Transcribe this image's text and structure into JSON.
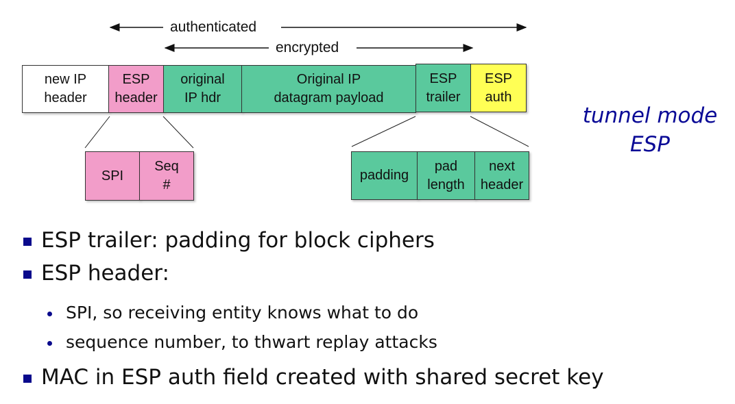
{
  "diagram": {
    "labels": {
      "authenticated": "authenticated",
      "encrypted": "encrypted"
    },
    "packet_fields": [
      {
        "line1": "new IP",
        "line2": "header",
        "color": "#ffffff"
      },
      {
        "line1": "ESP",
        "line2": "header",
        "color": "#f29dc9"
      },
      {
        "line1": "original",
        "line2": "IP hdr",
        "color": "#5ac99d"
      },
      {
        "line1": "Original IP",
        "line2": "datagram payload",
        "color": "#5ac99d"
      },
      {
        "line1": "ESP",
        "line2": "trailer",
        "color": "#5ac99d"
      },
      {
        "line1": "ESP",
        "line2": "auth",
        "color": "#ffff55"
      }
    ],
    "esp_header_fields": [
      {
        "line1": "SPI",
        "line2": ""
      },
      {
        "line1": "Seq",
        "line2": "#"
      }
    ],
    "esp_trailer_fields": [
      {
        "line1": "padding",
        "line2": ""
      },
      {
        "line1": "pad",
        "line2": "length"
      },
      {
        "line1": "next",
        "line2": "header"
      }
    ],
    "mode_label": {
      "line1": "tunnel mode",
      "line2": "ESP"
    }
  },
  "bullets": [
    {
      "level": 1,
      "text": "ESP trailer: padding for block ciphers"
    },
    {
      "level": 1,
      "text": "ESP header:"
    },
    {
      "level": 2,
      "text": "SPI, so receiving entity knows what to do"
    },
    {
      "level": 2,
      "text": "sequence number, to thwart replay attacks"
    },
    {
      "level": 1,
      "text": "MAC in ESP auth field created with shared secret key"
    }
  ],
  "colors": {
    "accent_blue": "#0a0a96",
    "esp_pink": "#f29dc9",
    "payload_green": "#5ac99d",
    "auth_yellow": "#ffff55"
  }
}
